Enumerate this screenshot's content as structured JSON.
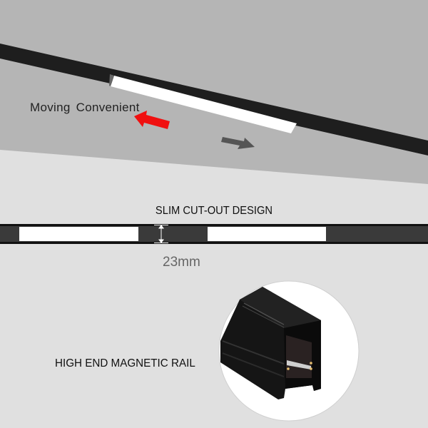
{
  "labels": {
    "moving": "Moving  Convenient",
    "slim_design": "SLIM CUT-OUT DESIGN",
    "width": "23mm",
    "magnetic_rail": "HIGH END MAGNETIC RAIL"
  },
  "colors": {
    "ceiling": "#b5b5b5",
    "wall": "#e0e0e0",
    "rail": "#1e1e1e",
    "arrow_left": "#f01010",
    "arrow_right": "#555555"
  }
}
